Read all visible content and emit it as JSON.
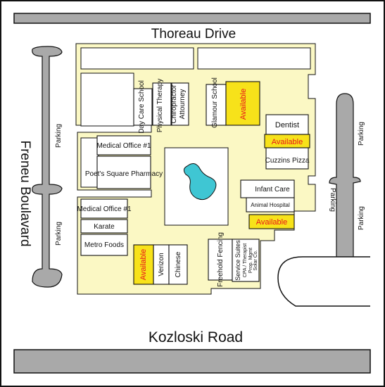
{
  "colors": {
    "road": "#a9a9a9",
    "walkway": "#fbf8c4",
    "available": "#f7e21a",
    "available_text": "#e8141b",
    "pond": "#3fc6d3",
    "building": "#ffffff",
    "outline": "#111111"
  },
  "roads": {
    "north": "Thoreau Drive",
    "west": "Freneu Boulavard",
    "south": "Kozloski Road"
  },
  "parking": {
    "west_upper": "Parking",
    "west_lower": "Parking",
    "east_upper": "Parking",
    "east_mid": "Parking",
    "east_lower": "Parking"
  },
  "tenants": {
    "day_care": "Day Care School",
    "physical_therapy": "Physical Therapy",
    "chiropractor": "Chiropractor",
    "attourney": "Attourney",
    "glamour_school": "Glamour School",
    "available_north": "Available",
    "dentist": "Dentist",
    "available_east": "Available",
    "cuzzins_pizza": "Cuzzins Pizza",
    "medical_office_upper": "Medical Office #1",
    "poets_square": "Poet's Square Pharmacy",
    "infant_care": "Infant Care",
    "animal_hospital": "Animal Hospital",
    "available_southeast": "Available",
    "medical_office_lower": "Medical Office #1",
    "karate": "Karate",
    "metro_foods": "Metro Foods",
    "available_south": "Available",
    "verizon": "Verizon",
    "chinese": "Chinese",
    "freehold_fencing": "Freehold Fencing",
    "service_suites": "Service Suites",
    "cpa_therapist": "CPA / Therapist",
    "prop_mgmt": "Prop. Mgmt",
    "solar_co": "Solar Co."
  }
}
